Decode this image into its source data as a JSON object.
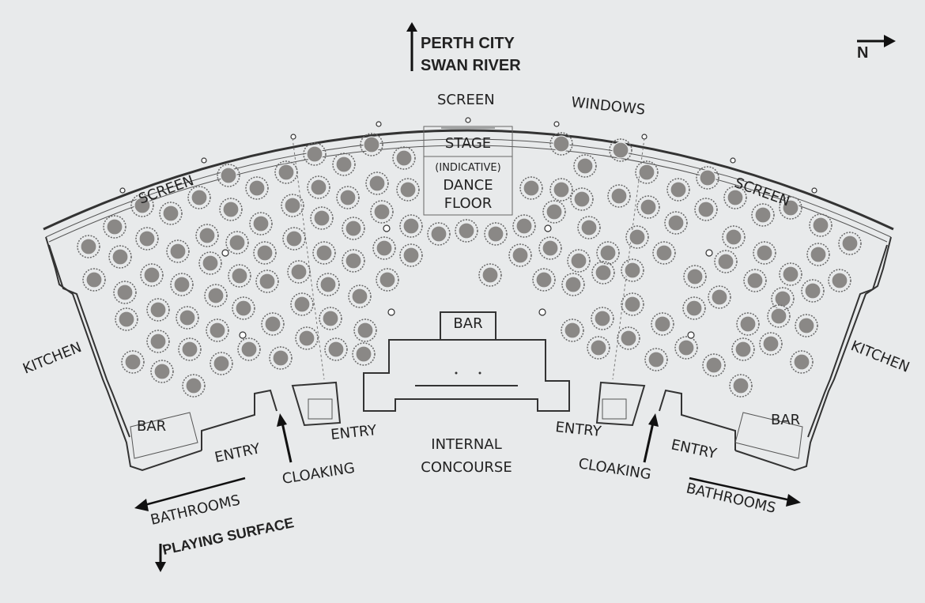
{
  "labels": {
    "north_top": "PERTH CITY",
    "north_bottom": "SWAN RIVER",
    "compass": "N",
    "screen_center": "SCREEN",
    "windows": "WINDOWS",
    "screen_left": "SCREEN",
    "screen_right": "SCREEN",
    "stage": "STAGE",
    "dance_indicative": "(INDICATIVE)",
    "dance_line1": "DANCE",
    "dance_line2": "FLOOR",
    "bar_center": "BAR",
    "kitchen_left": "KITCHEN",
    "kitchen_right": "KITCHEN",
    "bar_left": "BAR",
    "bar_right": "BAR",
    "entry_far_left": "ENTRY",
    "entry_left": "ENTRY",
    "entry_right": "ENTRY",
    "entry_far_right": "ENTRY",
    "cloaking_left": "CLOAKING",
    "cloaking_right": "CLOAKING",
    "concourse_line1": "INTERNAL",
    "concourse_line2": "CONCOURSE",
    "bathrooms_left": "BATHROOMS",
    "bathrooms_right": "BATHROOMS",
    "playing_surface": "PLAYING SURFACE"
  },
  "colors": {
    "background": "#e8eaeb",
    "table_fill": "#8a8886",
    "line": "#333333"
  },
  "icons": {
    "north_arrow": "arrow-up-icon",
    "compass_arrow": "arrow-right-icon",
    "bathrooms_left_arrow": "arrow-left-icon",
    "bathrooms_right_arrow": "arrow-right-icon",
    "playing_surface_arrow": "arrow-down-icon"
  }
}
